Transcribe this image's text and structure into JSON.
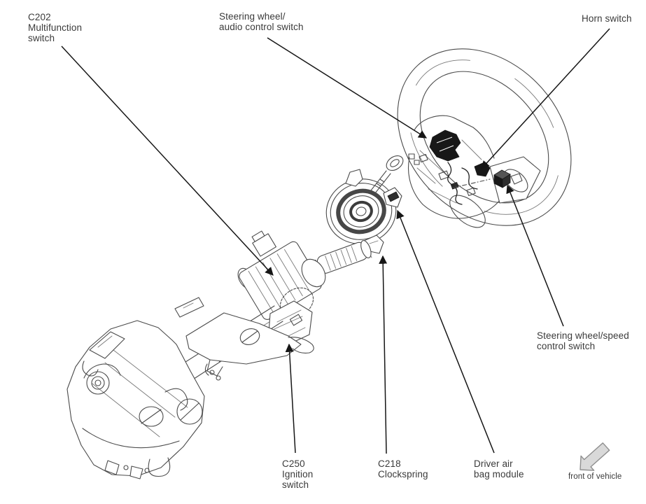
{
  "labels": {
    "c202": "C202\nMultifunction\nswitch",
    "audio_control": "Steering wheel/\naudio control switch",
    "horn": "Horn switch",
    "speed_control": "Steering wheel/speed\ncontrol switch",
    "ignition": "C250\nIgnition\nswitch",
    "clockspring": "C218\nClockspring",
    "airbag": "Driver air\nbag module",
    "front_of_vehicle": "front of vehicle"
  },
  "icons": {
    "front_arrow": "arrow-pointing-down-left"
  },
  "colors": {
    "background": "#ffffff",
    "line_art": "#4b4b4b",
    "leader_lines": "#161616",
    "label_text": "#3a3a3a",
    "front_arrow_fill": "#d9d9d9",
    "front_arrow_stroke": "#8f8f8f"
  }
}
